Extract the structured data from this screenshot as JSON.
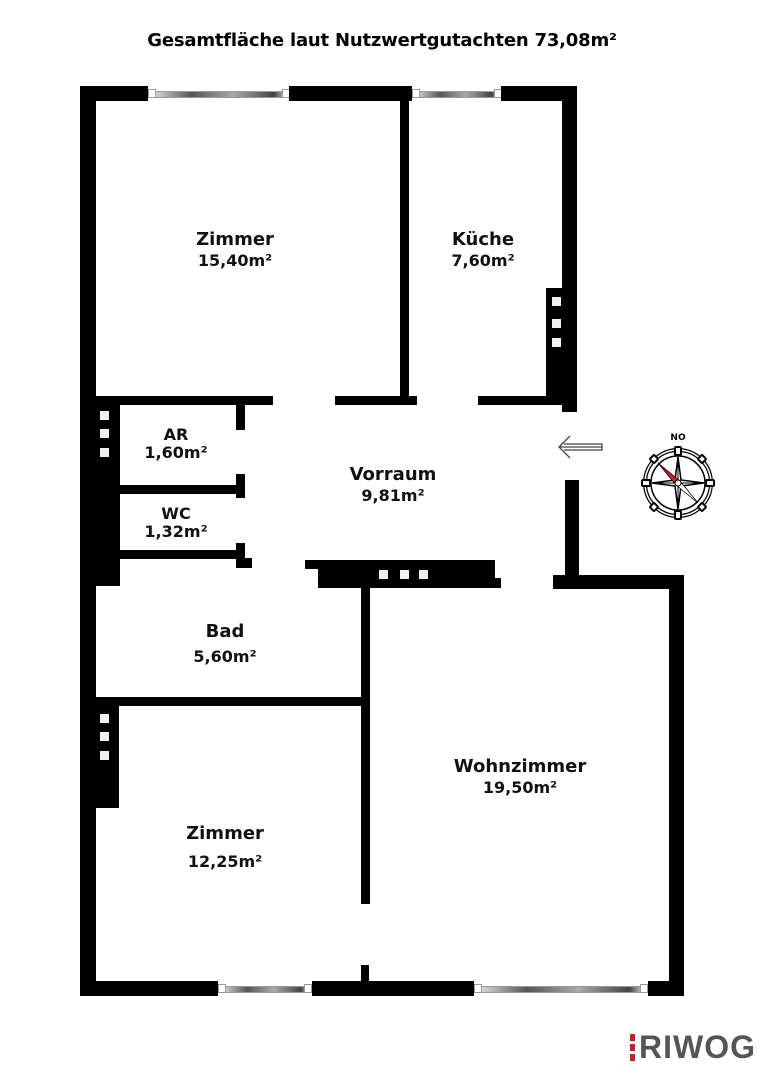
{
  "title": "Gesamtfläche laut Nutzwertgutachten 73,08m²",
  "rooms": [
    {
      "name": "Zimmer",
      "area": "15,40m²"
    },
    {
      "name": "Küche",
      "area": "7,60m²"
    },
    {
      "name": "AR",
      "area": "1,60m²"
    },
    {
      "name": "WC",
      "area": "1,32m²"
    },
    {
      "name": "Vorraum",
      "area": "9,81m²"
    },
    {
      "name": "Bad",
      "area": "5,60m²"
    },
    {
      "name": "Wohnzimmer",
      "area": "19,50m²"
    },
    {
      "name": "Zimmer",
      "area": "12,25m²"
    }
  ],
  "compass": {
    "label": "NO",
    "needle_color": "#c8202d"
  },
  "entrance_arrow": "entrance-arrow",
  "logo": {
    "text": "RIWOG",
    "accent_color": "#c8202d",
    "text_color": "#555555"
  }
}
